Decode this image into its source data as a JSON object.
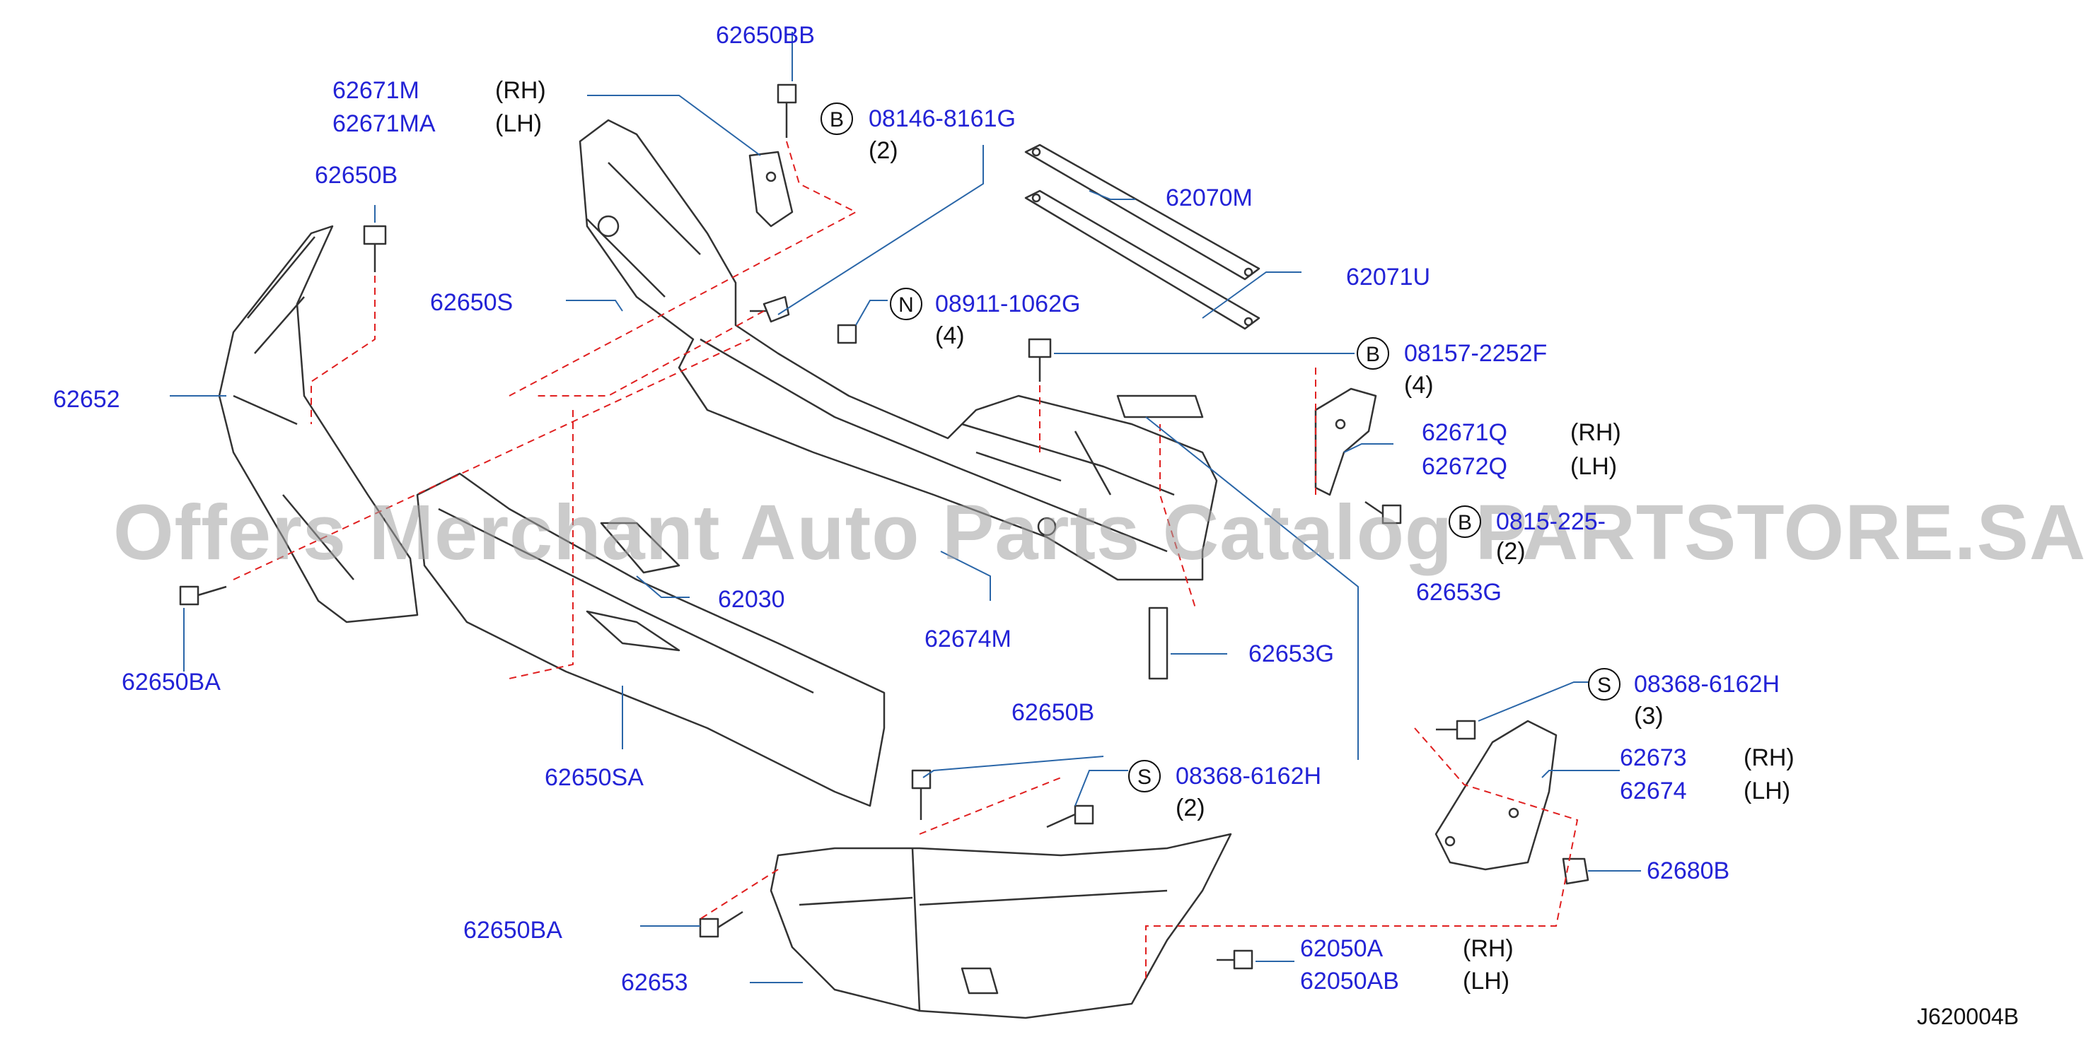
{
  "watermark": "Offers Merchant Auto Parts Catalog PARTSTORE.SA",
  "diagram_code": "J620004B",
  "colors": {
    "label": "#2323d6",
    "leader": "#2a66a8",
    "dashed": "#e02020",
    "part_outline": "#333333"
  },
  "labels": {
    "p62650BB": "62650BB",
    "p62671M": "62671M",
    "p62671MA": "62671MA",
    "rh": "(RH)",
    "lh": "(LH)",
    "p62650B_top": "62650B",
    "circle_B": "B",
    "circle_N": "N",
    "circle_S": "S",
    "p08146": "08146-8161G",
    "qty2": "(2)",
    "qty3": "(3)",
    "qty4": "(4)",
    "p62070M": "62070M",
    "p62071U": "62071U",
    "p62650S": "62650S",
    "p08911": "08911-1062G",
    "p08157": "08157-2252F",
    "p08157_partial": "0815‑225‑",
    "p62652": "62652",
    "p62671Q": "62671Q",
    "p62672Q": "62672Q",
    "p62030": "62030",
    "p62653G": "62653G",
    "p62674M": "62674M",
    "p62650BA": "62650BA",
    "p08368": "08368-6162H",
    "p62650B_mid": "62650B",
    "p62673": "62673",
    "p62674": "62674",
    "p62650SA": "62650SA",
    "p62680B": "62680B",
    "p62050A": "62050A",
    "p62050AB": "62050AB",
    "p62653": "62653"
  }
}
